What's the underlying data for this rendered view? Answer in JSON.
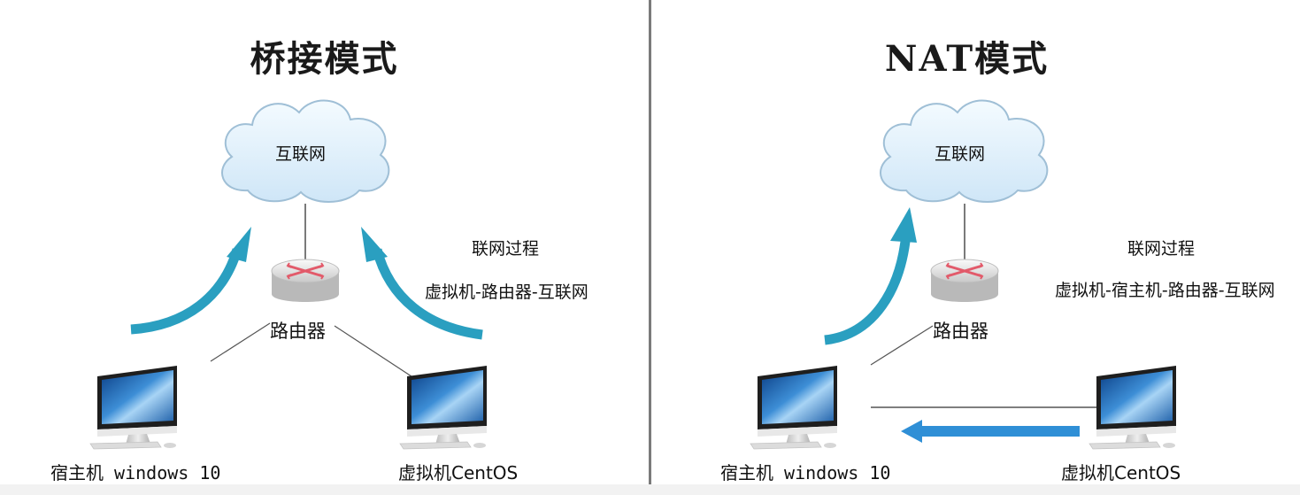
{
  "bridge": {
    "title": "桥接模式",
    "cloud_label": "互联网",
    "router_label": "路由器",
    "process_heading": "联网过程",
    "process_path": "虚拟机-路由器-互联网",
    "host_label": "宿主机 windows 10",
    "vm_label": "虚拟机CentOS"
  },
  "nat": {
    "title": "NAT模式",
    "cloud_label": "互联网",
    "router_label": "路由器",
    "process_heading": "联网过程",
    "process_path": "虚拟机-宿主机-路由器-互联网",
    "host_label": "宿主机 windows 10",
    "vm_label": "虚拟机CentOS"
  },
  "colors": {
    "arrow_teal": "#2a9fc0",
    "arrow_blue": "#2f8fd6",
    "cloud_fill": "#dcefff",
    "divider": "#7a7a7a"
  },
  "icons": [
    "cloud-icon",
    "router-icon",
    "monitor-icon",
    "keyboard-icon",
    "curved-arrow-icon",
    "straight-arrow-icon"
  ]
}
